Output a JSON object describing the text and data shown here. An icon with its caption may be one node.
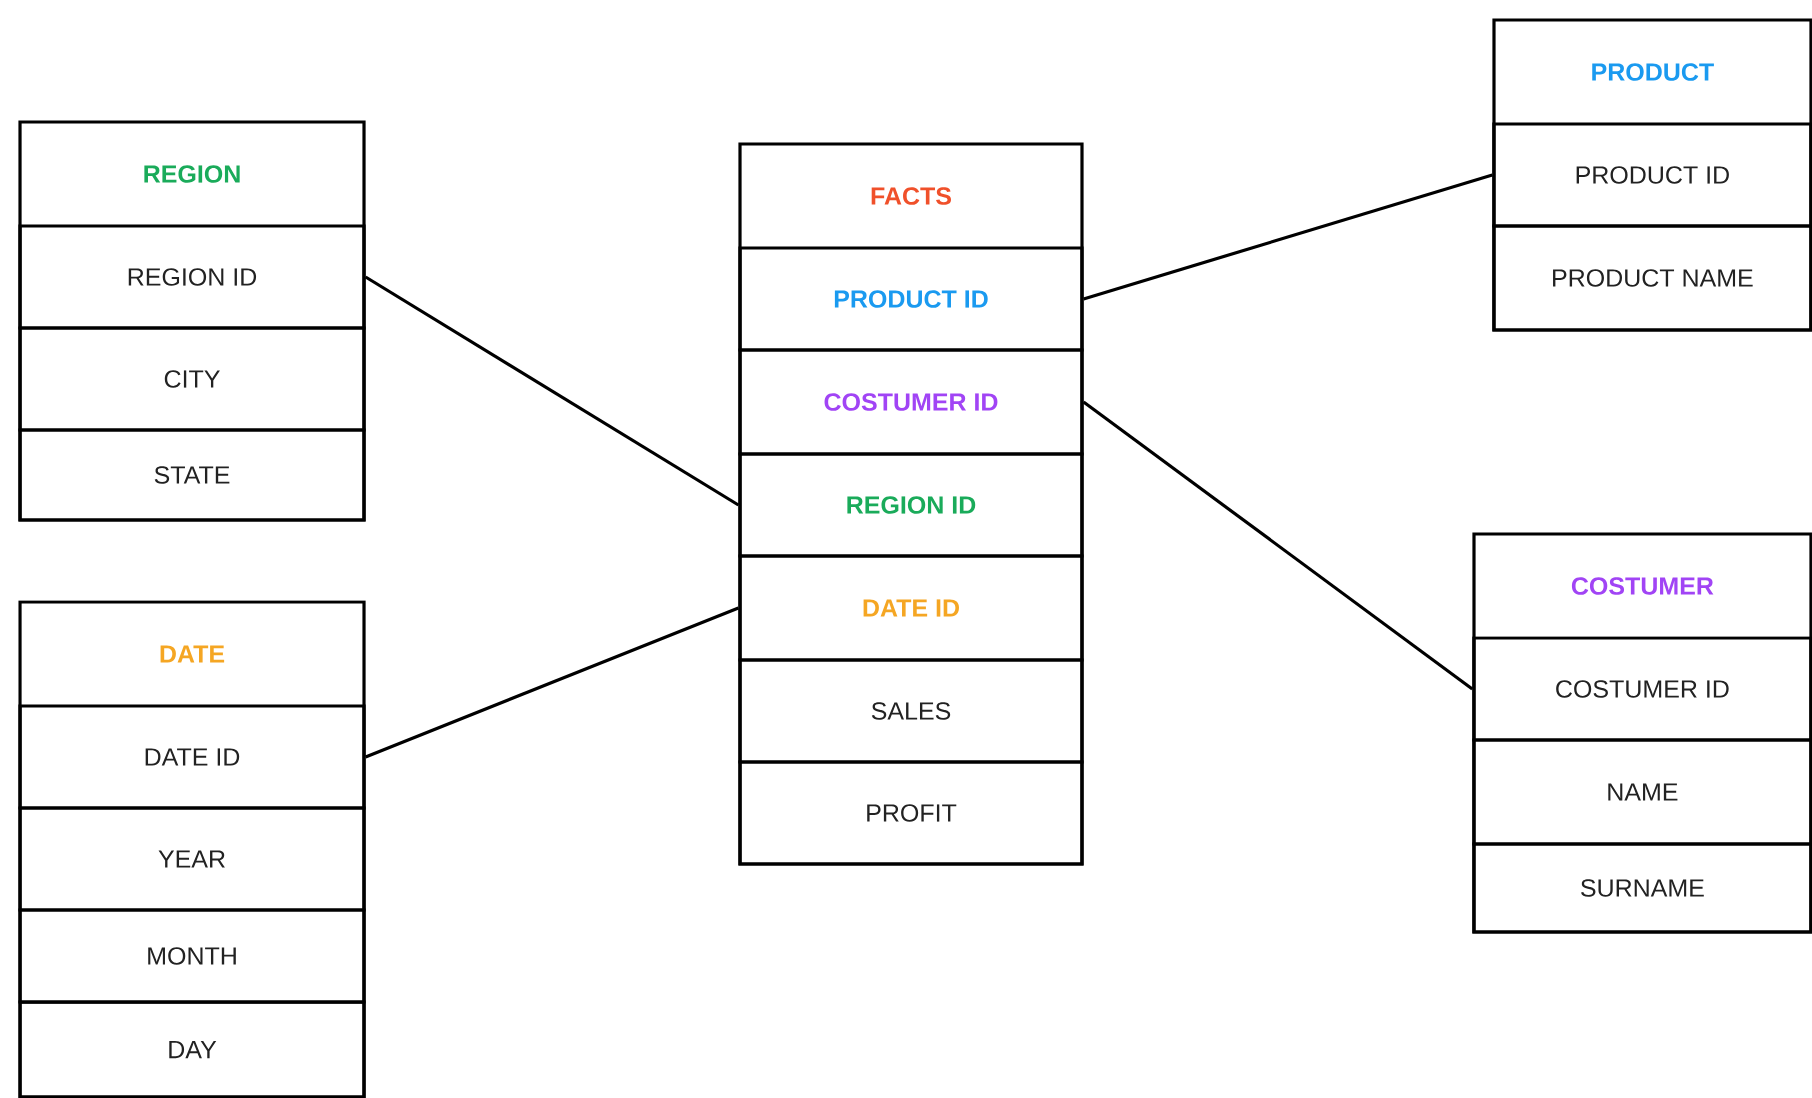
{
  "diagram": {
    "nodes": [
      {
        "text": [
          "REGION"
        ]
      },
      {
        "text": [
          "REGION ID"
        ],
        "in": 0
      },
      {
        "text": [
          "CITY"
        ],
        "in": 0
      },
      {
        "text": [
          "STATE"
        ],
        "in": 0
      },
      {
        "text": [
          "DATE"
        ]
      },
      {
        "text": [
          "DATE ID"
        ],
        "in": 4
      },
      {
        "text": [
          "YEAR"
        ],
        "in": 4
      },
      {
        "text": [
          "MONTH"
        ],
        "in": 4
      },
      {
        "text": [
          "DAY"
        ],
        "in": 4
      },
      {
        "text": [
          "FACTS"
        ]
      },
      {
        "text": [
          "PRODUCT ID"
        ],
        "in": 9
      },
      {
        "text": [
          "COSTUMER ID"
        ],
        "in": 9
      },
      {
        "text": [
          "REGION ID"
        ],
        "in": 9
      },
      {
        "text": [
          "DATE ID"
        ],
        "in": 9
      },
      {
        "text": [
          "SALES"
        ],
        "in": 9
      },
      {
        "text": [
          "PROFIT"
        ],
        "in": 9
      },
      {
        "text": [
          "PRODUCT"
        ]
      },
      {
        "text": [
          "PRODUCT ID"
        ],
        "in": 16
      },
      {
        "text": [
          "PRODUCT NAME"
        ],
        "in": 16
      },
      {
        "text": [
          "COSTUMER"
        ]
      },
      {
        "text": [
          "COSTUMER ID"
        ],
        "in": 19
      },
      {
        "text": [
          "NAME"
        ],
        "in": 19
      },
      {
        "text": [
          "SURNAME"
        ],
        "in": 19
      }
    ],
    "edges": [
      {
        "from": 1,
        "to": 12,
        "arrow": "none"
      },
      {
        "from": 5,
        "to": 13,
        "arrow": "none"
      },
      {
        "from": 10,
        "to": 17,
        "arrow": "none"
      },
      {
        "from": 11,
        "to": 20,
        "arrow": "none"
      }
    ]
  }
}
